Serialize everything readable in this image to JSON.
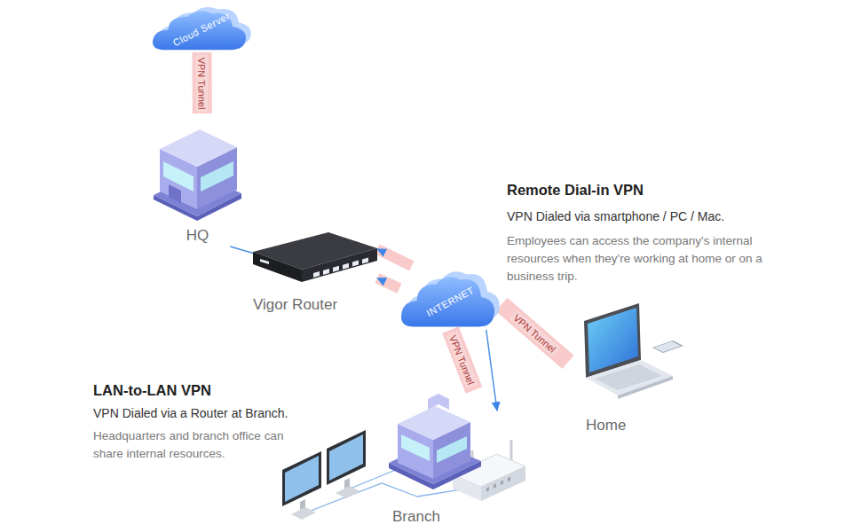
{
  "diagram": {
    "nodes": [
      {
        "text": [
          "Cloud Server"
        ]
      },
      {
        "text": [
          "HQ"
        ]
      },
      {
        "text": [
          "Vigor Router"
        ]
      },
      {
        "text": [
          "INTERNET"
        ]
      },
      {
        "text": [
          "Home"
        ]
      },
      {
        "text": [
          "Branch"
        ]
      }
    ],
    "edges": [
      {
        "from": 0,
        "to": 1,
        "label": "VPN Tunnel",
        "arrow": "none"
      },
      {
        "from": 1,
        "to": 2,
        "arrow": "none"
      },
      {
        "from": 3,
        "to": 2,
        "arrow": "to"
      },
      {
        "from": 3,
        "to": 2,
        "arrow": "to"
      },
      {
        "from": 4,
        "to": 3,
        "label": "VPN Tunnel",
        "arrow": "none"
      },
      {
        "from": 5,
        "to": 3,
        "label": "VPN Tunnel",
        "arrow": "none"
      },
      {
        "from": 3,
        "to": 5,
        "arrow": "to"
      }
    ],
    "labels": [
      "Remote Dial-in VPN",
      "VPN Dialed via smartphone / PC / Mac.",
      "Employees can access the company's internal resources when they're working at home or on a business trip.",
      "LAN-to-LAN VPN",
      "VPN Dialed via a Router at Branch.",
      "Headquarters and branch office can share internal resources."
    ]
  }
}
